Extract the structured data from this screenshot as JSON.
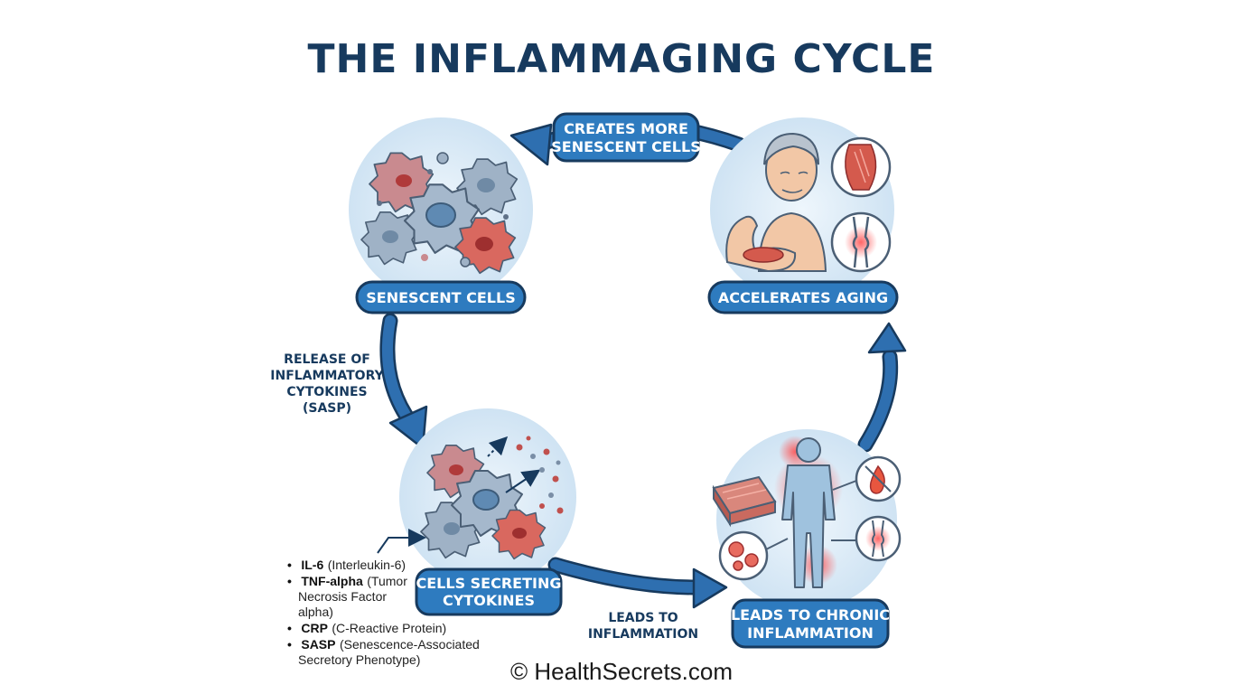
{
  "title": "THE INFLAMMAGING CYCLE",
  "colors": {
    "title": "#173a5e",
    "pill_fill": "#2e7bbf",
    "pill_border": "#173a5e",
    "arrow": "#2e6fb0",
    "cell_gray": "#8fa7bf",
    "cell_red": "#d8625a",
    "inflammation": "#e94b4b",
    "circle_bg": "#dcecf7"
  },
  "nodes": {
    "senescent": {
      "label": "SENESCENT CELLS"
    },
    "aging": {
      "label": "ACCELERATES AGING"
    },
    "secreting": {
      "label_line1": "CELLS SECRETING",
      "label_line2": "CYTOKINES"
    },
    "chronic": {
      "label_line1": "LEADS TO CHRONIC",
      "label_line2": "INFLAMMATION"
    }
  },
  "edges": {
    "top": {
      "line1": "CREATES MORE",
      "line2": "SENESCENT CELLS"
    },
    "left": [
      "RELEASE OF",
      "INFLAMMATORY",
      "CYTOKINES",
      "(SASP)"
    ],
    "bottom": [
      "LEADS TO",
      "INFLAMMATION"
    ]
  },
  "cytokines": [
    {
      "name": "IL-6",
      "desc": " (Interleukin-6)",
      "cont": []
    },
    {
      "name": "TNF-alpha",
      "desc": " (Tumor",
      "cont": [
        "Necrosis Factor",
        "alpha)"
      ]
    },
    {
      "name": "CRP",
      "desc": " (C-Reactive Protein)",
      "cont": []
    },
    {
      "name": "SASP",
      "desc": " (Senescence-Associated",
      "cont": [
        "Secretory Phenotype)"
      ]
    }
  ],
  "bullet_char": "•",
  "copyright": "© HealthSecrets.com",
  "icons": {
    "cells": "senescent-cells-icon",
    "aging": "aging-person-icon",
    "secreting": "cytokine-secretion-icon",
    "inflammation": "inflamed-body-icon"
  }
}
